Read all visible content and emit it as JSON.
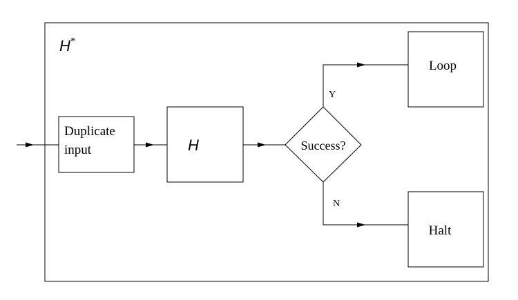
{
  "diagram": {
    "outer_label_main": "H",
    "outer_label_sup": "*",
    "duplicate_line1": "Duplicate",
    "duplicate_line2": "input",
    "h_label": "H",
    "decision_label": "Success?",
    "yes_label": "Y",
    "no_label": "N",
    "loop_label": "Loop",
    "halt_label": "Halt"
  }
}
